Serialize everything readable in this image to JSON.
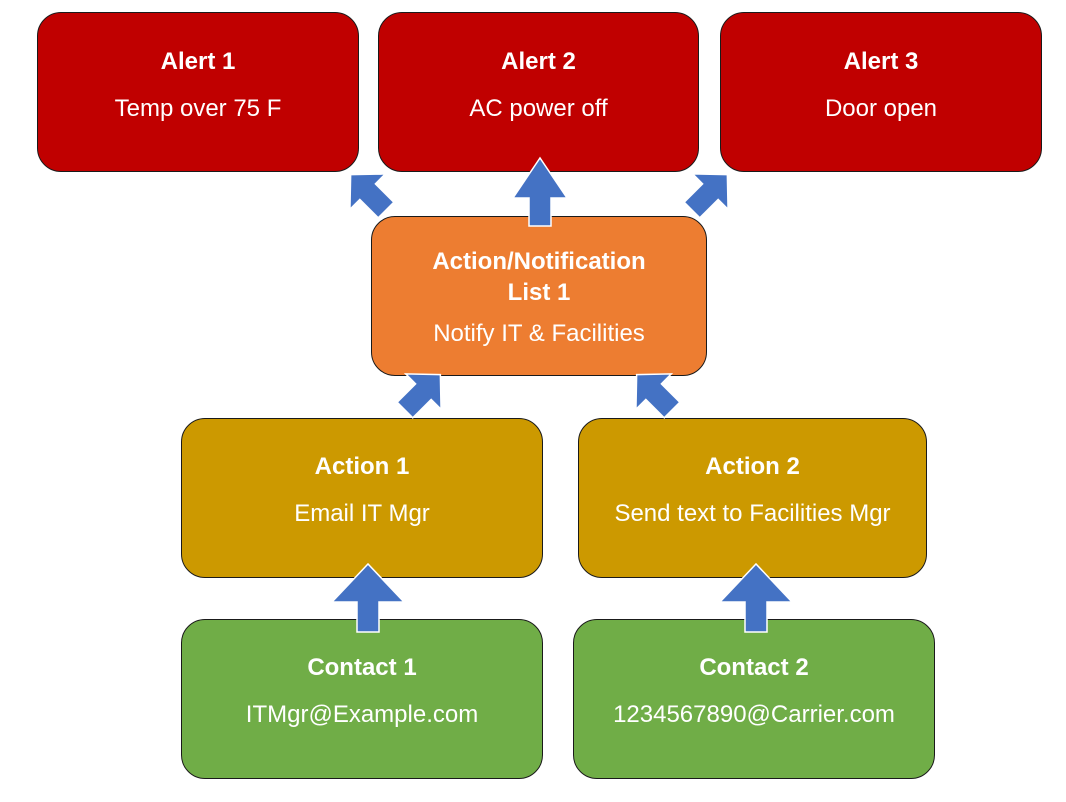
{
  "alerts": [
    {
      "title": "Alert 1",
      "text": "Temp over 75 F"
    },
    {
      "title": "Alert 2",
      "text": "AC power off"
    },
    {
      "title": "Alert 3",
      "text": "Door open"
    }
  ],
  "list": {
    "title_line1": "Action/Notification",
    "title_line2": "List 1",
    "text": "Notify IT & Facilities"
  },
  "actions": [
    {
      "title": "Action 1",
      "text": "Email IT Mgr"
    },
    {
      "title": "Action 2",
      "text": "Send text to Facilities Mgr"
    }
  ],
  "contacts": [
    {
      "title": "Contact 1",
      "text": "ITMgr@Example.com"
    },
    {
      "title": "Contact 2",
      "text": "1234567890@Carrier.com"
    }
  ],
  "colors": {
    "alert": "#c00000",
    "list": "#ed7d31",
    "action": "#cc9900",
    "contact": "#70ad47",
    "arrow": "#4472c4"
  }
}
